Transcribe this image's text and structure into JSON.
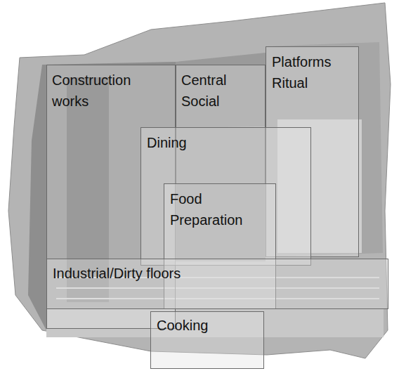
{
  "diagram": {
    "nodes": [
      {
        "text": [
          "Construction works"
        ]
      },
      {
        "text": [
          "Central Social"
        ]
      },
      {
        "text": [
          "Platforms Ritual"
        ]
      },
      {
        "text": [
          "Dining"
        ]
      },
      {
        "text": [
          "Food Preparation"
        ]
      },
      {
        "text": [
          "Industrial/Dirty floors"
        ]
      },
      {
        "text": [
          "Cooking"
        ]
      }
    ]
  }
}
